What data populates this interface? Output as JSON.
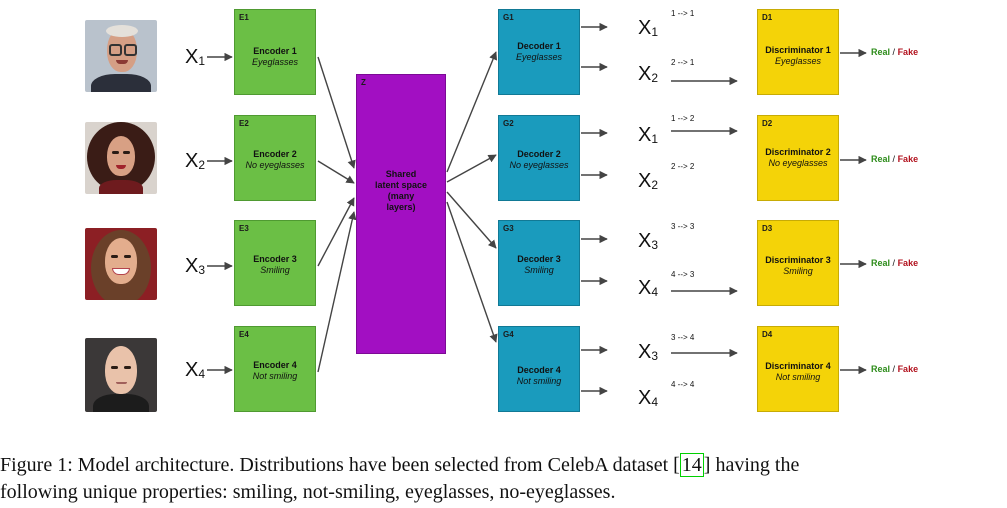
{
  "inputs": [
    {
      "var": "X",
      "sub": "1"
    },
    {
      "var": "X",
      "sub": "2"
    },
    {
      "var": "X",
      "sub": "3"
    },
    {
      "var": "X",
      "sub": "4"
    }
  ],
  "encoders": [
    {
      "tag": "E1",
      "name": "Encoder 1",
      "attr": "Eyeglasses"
    },
    {
      "tag": "E2",
      "name": "Encoder 2",
      "attr": "No eyeglasses"
    },
    {
      "tag": "E3",
      "name": "Encoder 3",
      "attr": "Smiling"
    },
    {
      "tag": "E4",
      "name": "Encoder 4",
      "attr": "Not smiling"
    }
  ],
  "latent": {
    "tag": "Z",
    "lines": [
      "Shared",
      "latent space",
      "(many",
      "layers)"
    ]
  },
  "decoders": [
    {
      "tag": "G1",
      "name": "Decoder 1",
      "attr": "Eyeglasses"
    },
    {
      "tag": "G2",
      "name": "Decoder 2",
      "attr": "No eyeglasses"
    },
    {
      "tag": "G3",
      "name": "Decoder 3",
      "attr": "Smiling"
    },
    {
      "tag": "G4",
      "name": "Decoder 4",
      "attr": "Not smiling"
    }
  ],
  "outputs": [
    {
      "var": "X",
      "sub": "1",
      "pair": "1 --> 1"
    },
    {
      "var": "X",
      "sub": "2",
      "pair": "2 --> 1"
    },
    {
      "var": "X",
      "sub": "1",
      "pair": "1 --> 2"
    },
    {
      "var": "X",
      "sub": "2",
      "pair": "2 --> 2"
    },
    {
      "var": "X",
      "sub": "3",
      "pair": "3 --> 3"
    },
    {
      "var": "X",
      "sub": "4",
      "pair": "4 --> 3"
    },
    {
      "var": "X",
      "sub": "3",
      "pair": "3 --> 4"
    },
    {
      "var": "X",
      "sub": "4",
      "pair": "4 --> 4"
    }
  ],
  "discriminators": [
    {
      "tag": "D1",
      "name": "Discriminator 1",
      "attr": "Eyeglasses"
    },
    {
      "tag": "D2",
      "name": "Discriminator 2",
      "attr": "No eyeglasses"
    },
    {
      "tag": "D3",
      "name": "Discriminator 3",
      "attr": "Smiling"
    },
    {
      "tag": "D4",
      "name": "Discriminator 4",
      "attr": "Not smiling"
    }
  ],
  "verdict": {
    "real": "Real",
    "separator": "/",
    "fake": "Fake"
  },
  "colors": {
    "encoder": "#6bbf45",
    "decoder": "#1a9bbd",
    "discriminator": "#f4d308",
    "latent": "#a20fc2",
    "real": "#2d8c1a",
    "fake": "#b2121e",
    "citation_box": "#00d100"
  },
  "caption": {
    "line1_prefix": "Figure 1: Model architecture. Distributions have been selected from CelebA dataset [",
    "citation": "14",
    "line1_suffix": "] having the",
    "line2": "following unique properties: smiling, not-smiling, eyeglasses, no-eyeglasses."
  }
}
